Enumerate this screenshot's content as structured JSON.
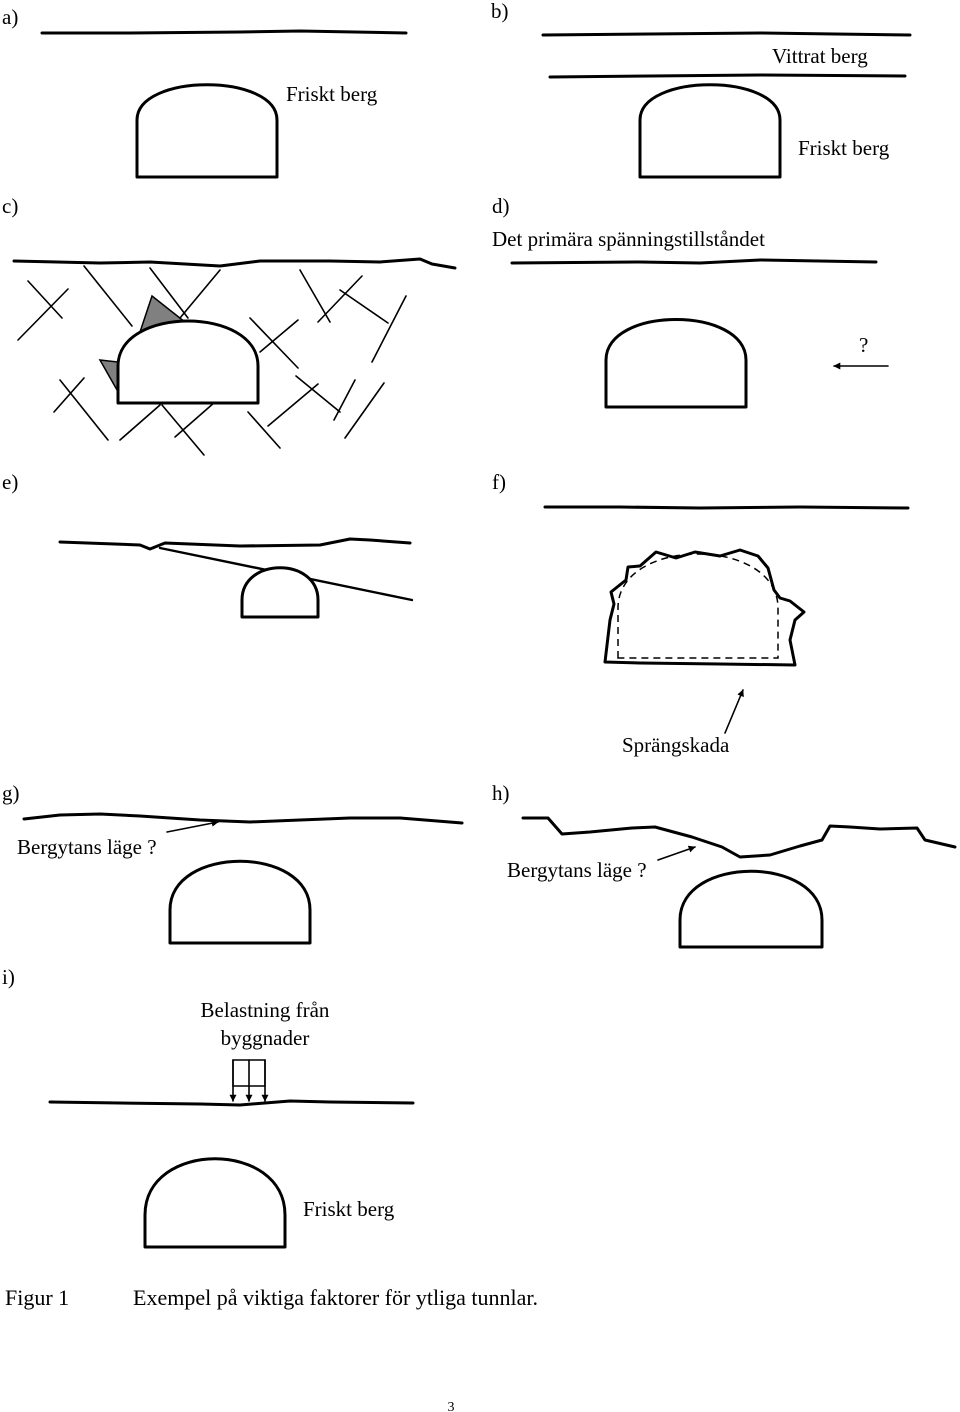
{
  "panels": {
    "a": {
      "tag": "a)",
      "rock_label": "Friskt berg"
    },
    "b": {
      "tag": "b)",
      "weathered_label": "Vittrat berg",
      "rock_label": "Friskt berg"
    },
    "c": {
      "tag": "c)"
    },
    "d": {
      "tag": "d)",
      "title": "Det primära spänningstillståndet",
      "question": "?"
    },
    "e": {
      "tag": "e)"
    },
    "f": {
      "tag": "f)",
      "damage_label": "Sprängskada"
    },
    "g": {
      "tag": "g)",
      "surface_label": "Bergytans läge ?"
    },
    "h": {
      "tag": "h)",
      "surface_label": "Bergytans läge ?"
    },
    "i": {
      "tag": "i)",
      "load_line1": "Belastning från",
      "load_line2": "byggnader",
      "rock_label": "Friskt berg"
    }
  },
  "caption": {
    "figure": "Figur 1",
    "text": "Exempel på viktiga faktorer för ytliga tunnlar."
  },
  "page_number": "3",
  "colors": {
    "ink": "#000000",
    "wedge_fill": "#808080",
    "background": "#ffffff"
  }
}
